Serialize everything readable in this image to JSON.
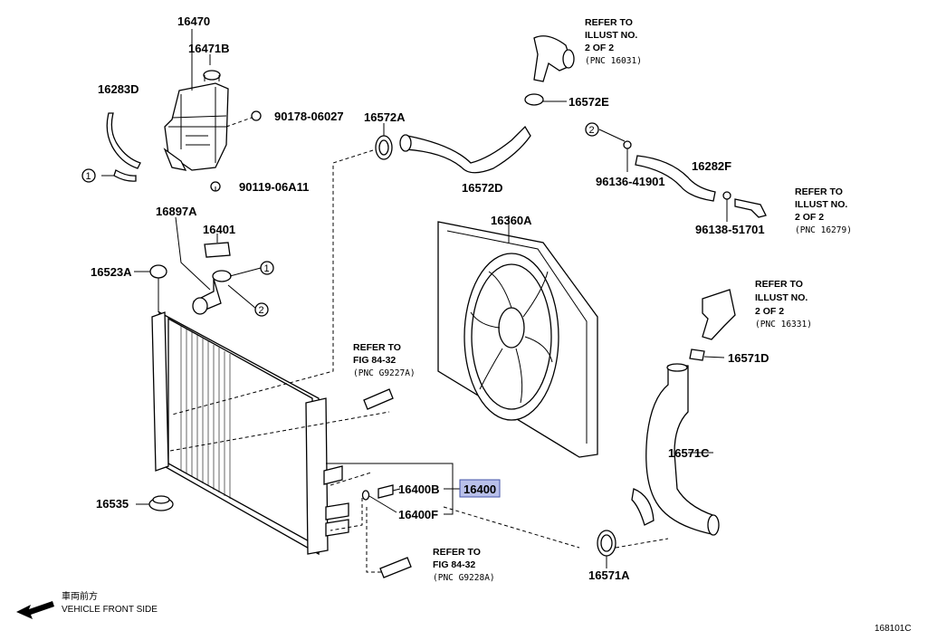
{
  "diagram": {
    "parts": [
      {
        "id": "p16470",
        "text": "16470"
      },
      {
        "id": "p16471B",
        "text": "16471B"
      },
      {
        "id": "p16283D",
        "text": "16283D"
      },
      {
        "id": "p90178",
        "text": "90178-06027"
      },
      {
        "id": "p90119",
        "text": "90119-06A11"
      },
      {
        "id": "p16572A",
        "text": "16572A"
      },
      {
        "id": "p16572E",
        "text": "16572E"
      },
      {
        "id": "p16572D",
        "text": "16572D"
      },
      {
        "id": "p16282F",
        "text": "16282F"
      },
      {
        "id": "p96136",
        "text": "96136-41901"
      },
      {
        "id": "p96138",
        "text": "96138-51701"
      },
      {
        "id": "p16897A",
        "text": "16897A"
      },
      {
        "id": "p16401",
        "text": "16401"
      },
      {
        "id": "p16523A",
        "text": "16523A"
      },
      {
        "id": "p16360A",
        "text": "16360A"
      },
      {
        "id": "p16571D",
        "text": "16571D"
      },
      {
        "id": "p16571C",
        "text": "16571C"
      },
      {
        "id": "p16400B",
        "text": "16400B"
      },
      {
        "id": "p16400",
        "text": "16400"
      },
      {
        "id": "p16400F",
        "text": "16400F"
      },
      {
        "id": "p16535",
        "text": "16535"
      },
      {
        "id": "p16571A",
        "text": "16571A"
      }
    ],
    "refs": {
      "r16031": {
        "l1": "REFER TO",
        "l2": "ILLUST NO.",
        "l3": "2 OF 2",
        "l4": "(PNC 16031)"
      },
      "r16279": {
        "l1": "REFER TO",
        "l2": "ILLUST NO.",
        "l3": "2 OF 2",
        "l4": "(PNC 16279)"
      },
      "r16331": {
        "l1": "REFER TO",
        "l2": "ILLUST NO.",
        "l3": "2 OF 2",
        "l4": "(PNC 16331)"
      },
      "rG9227A": {
        "l1": "REFER TO",
        "l2": "FIG 84-32",
        "l3": "(PNC G9227A)"
      },
      "rG9228A": {
        "l1": "REFER TO",
        "l2": "FIG 84-32",
        "l3": "(PNC G9228A)"
      }
    },
    "callouts": {
      "c1": "1",
      "c2": "2"
    },
    "direction": {
      "jp": "車両前方",
      "en": "VEHICLE FRONT SIDE"
    },
    "illustration_id": "168101C",
    "highlight_color": "#b9c0ea"
  }
}
